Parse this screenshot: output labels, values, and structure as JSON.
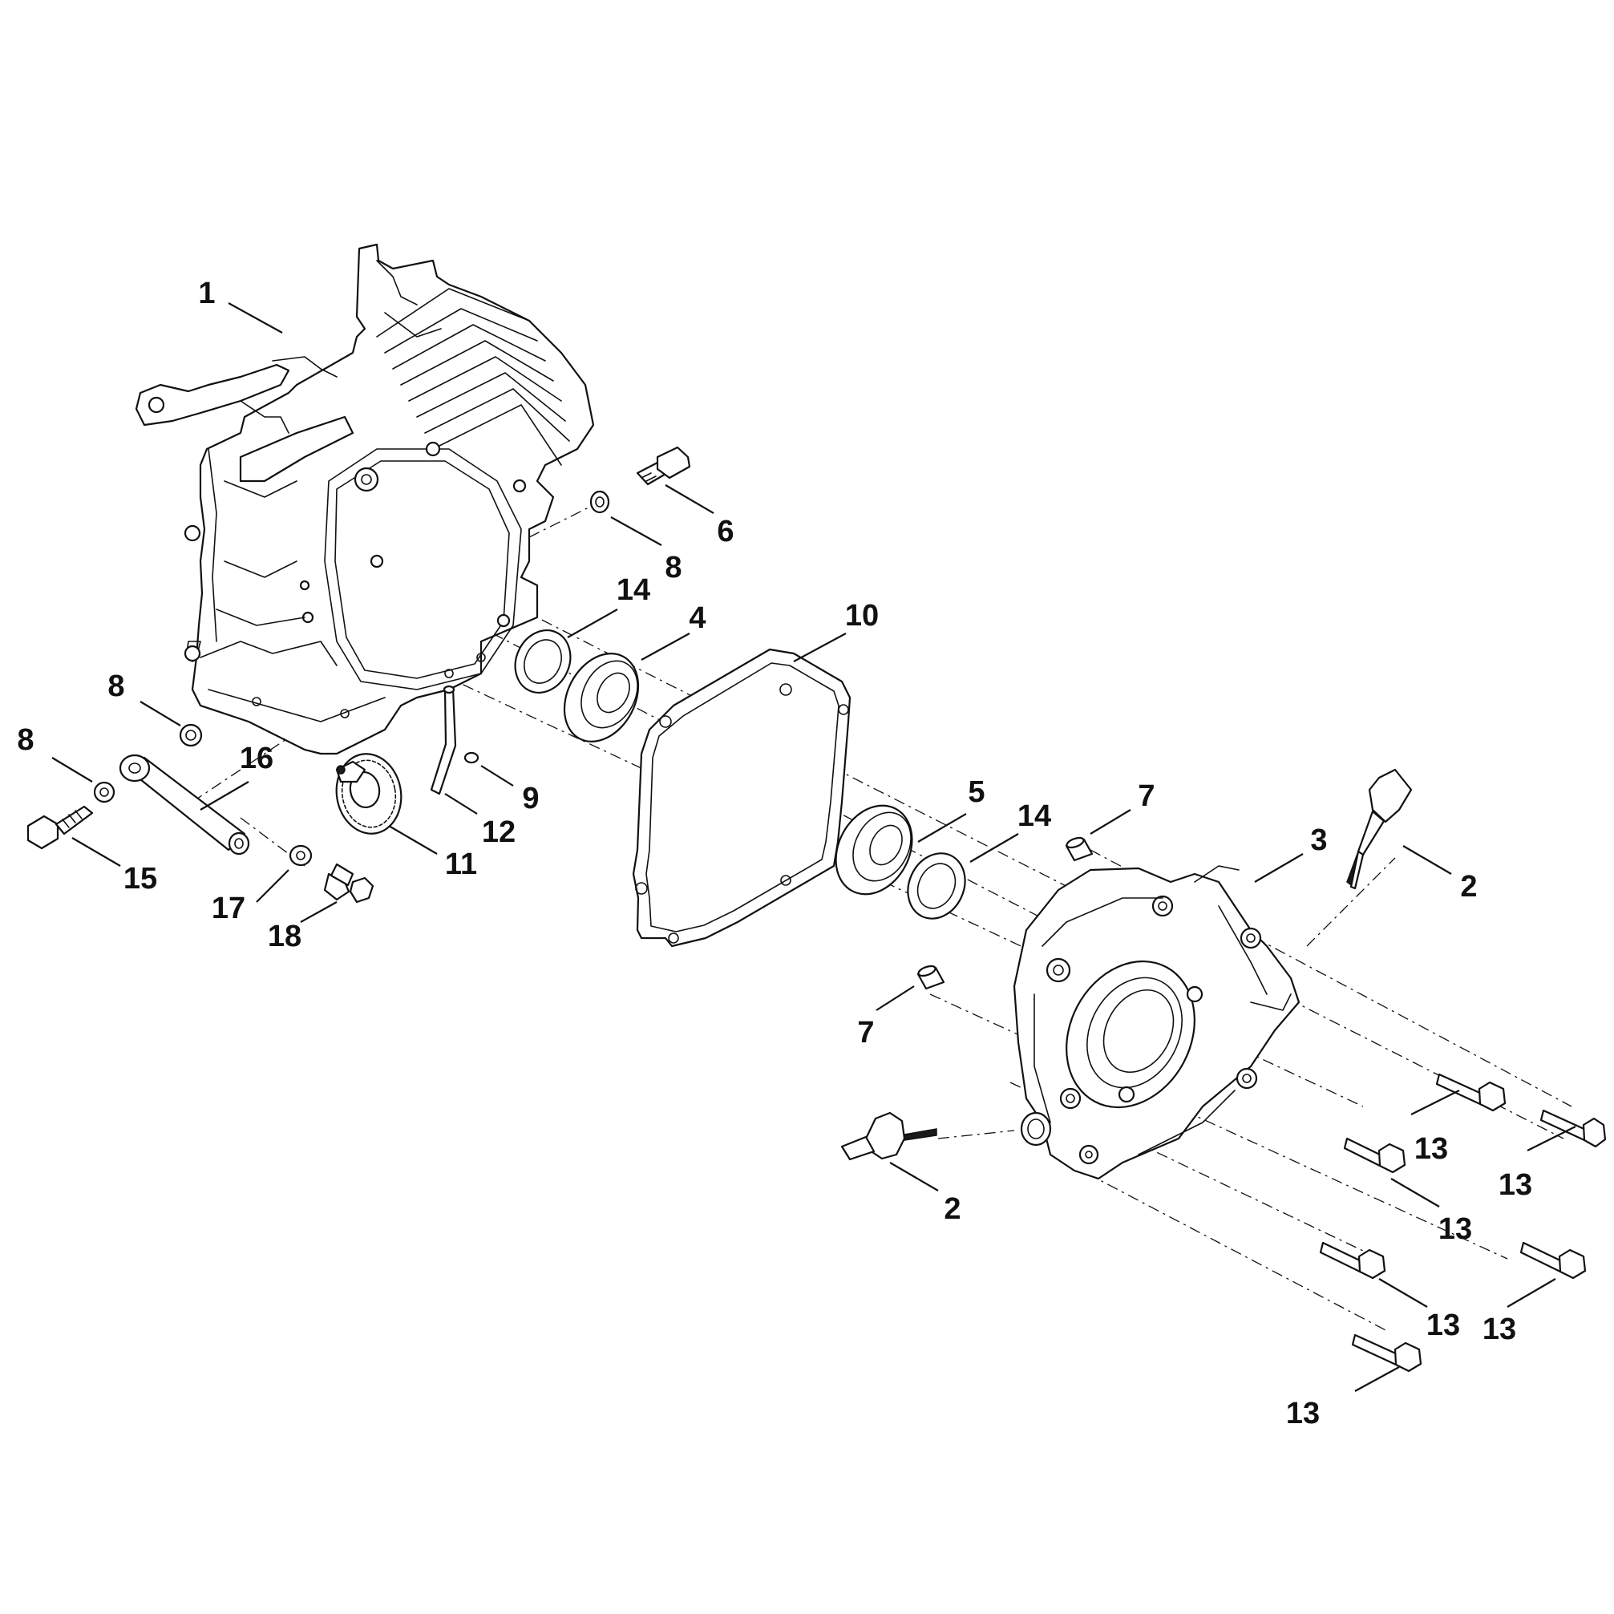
{
  "callouts": [
    {
      "id": "c1",
      "label": "1"
    },
    {
      "id": "c6",
      "label": "6"
    },
    {
      "id": "c8a",
      "label": "8"
    },
    {
      "id": "c14a",
      "label": "14"
    },
    {
      "id": "c4",
      "label": "4"
    },
    {
      "id": "c10",
      "label": "10"
    },
    {
      "id": "c8b",
      "label": "8"
    },
    {
      "id": "c8c",
      "label": "8"
    },
    {
      "id": "c16",
      "label": "16"
    },
    {
      "id": "c15",
      "label": "15"
    },
    {
      "id": "c9",
      "label": "9"
    },
    {
      "id": "c12",
      "label": "12"
    },
    {
      "id": "c11",
      "label": "11"
    },
    {
      "id": "c17",
      "label": "17"
    },
    {
      "id": "c18",
      "label": "18"
    },
    {
      "id": "c5",
      "label": "5"
    },
    {
      "id": "c14b",
      "label": "14"
    },
    {
      "id": "c7a",
      "label": "7"
    },
    {
      "id": "c3",
      "label": "3"
    },
    {
      "id": "c2a",
      "label": "2"
    },
    {
      "id": "c7b",
      "label": "7"
    },
    {
      "id": "c2b",
      "label": "2"
    },
    {
      "id": "c13a",
      "label": "13"
    },
    {
      "id": "c13b",
      "label": "13"
    },
    {
      "id": "c13c",
      "label": "13"
    },
    {
      "id": "c13d",
      "label": "13"
    },
    {
      "id": "c13e",
      "label": "13"
    },
    {
      "id": "c13f",
      "label": "13"
    }
  ]
}
